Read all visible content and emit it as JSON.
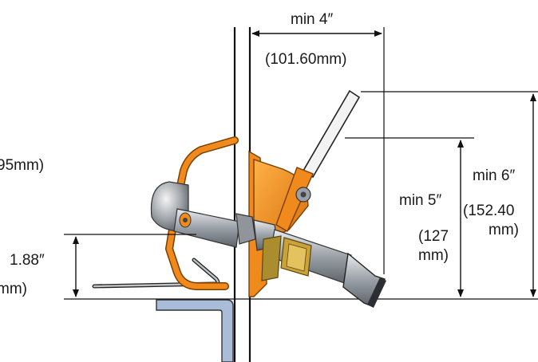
{
  "dimensions": {
    "width_top": {
      "value": "min 4″",
      "metric": "(101.60mm)"
    },
    "height_6": {
      "value": "min 6″",
      "metric_line1": "(152.40",
      "metric_line2": "mm)"
    },
    "height_5": {
      "value": "min 5″",
      "metric_line1": "(127",
      "metric_line2": "mm)"
    },
    "left_upper": {
      "metric_partial": "95mm)"
    },
    "left_lower": {
      "value": "1.88″",
      "metric_partial": "mm)"
    }
  },
  "colors": {
    "bracket": "#f08a1c",
    "bracket_dark": "#c96a08",
    "rail": "#a9bcd8",
    "line": "#111111",
    "shaft": "#b8bcc2",
    "brass": "#c9a23a"
  }
}
